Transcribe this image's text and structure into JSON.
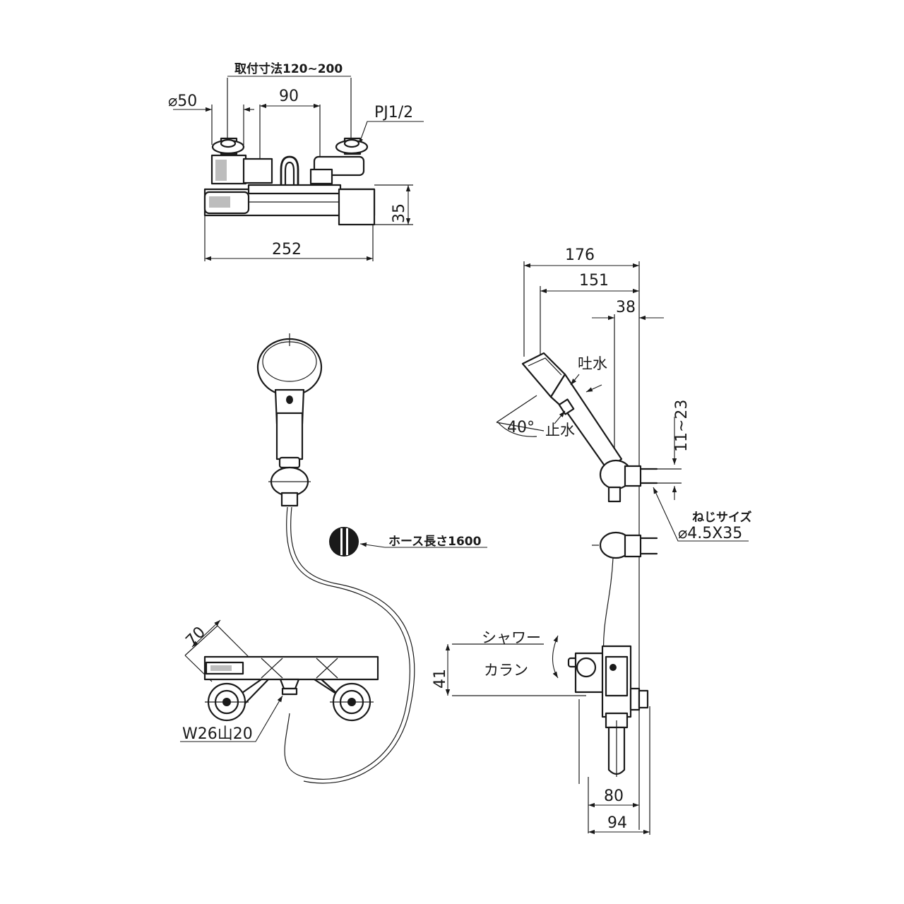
{
  "top_view": {
    "mount_spacing": "取付寸法120~200",
    "eccentric_diameter": "⌀50",
    "pitch": "90",
    "pipe_thread": "PJ1/2",
    "body_height": "35",
    "overall_width": "252"
  },
  "hose": {
    "length_label": "ホース長さ1600"
  },
  "side_view": {
    "total_projection": "176",
    "head_projection": "151",
    "holder_projection": "38",
    "spray_label": "吐水",
    "stop_label": "止水",
    "angle": "40°",
    "adjust_range": "11~23",
    "screw_size_label": "ねじサイズ",
    "screw_size": "⌀4.5X35",
    "shower_label": "シャワー",
    "spout_label": "カラン",
    "lever_height": "41",
    "depth_inner": "80",
    "depth_outer": "94"
  },
  "front_view": {
    "body_depth": "70",
    "spout_thread": "W26山20"
  }
}
